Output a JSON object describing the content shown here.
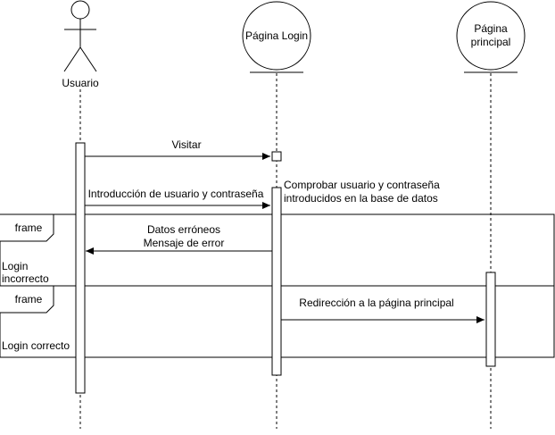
{
  "participants": {
    "actor_label": "Usuario",
    "login_label": "Página Login",
    "principal_line1": "Página",
    "principal_line2": "principal"
  },
  "messages": {
    "visit": "Visitar",
    "credentials": "Introducción de usuario y contraseña",
    "check_line1": "Comprobar usuario y contraseña",
    "check_line2": "introducidos en la base de datos",
    "error_line1": "Datos erróneos",
    "error_line2": "Mensaje de error",
    "redirect": "Redirección a la página principal"
  },
  "frames": {
    "frame1_tag": "frame",
    "frame1_guard_line1": "Login",
    "frame1_guard_line2": "incorrecto",
    "frame2_tag": "frame",
    "frame2_guard": "Login correcto"
  }
}
